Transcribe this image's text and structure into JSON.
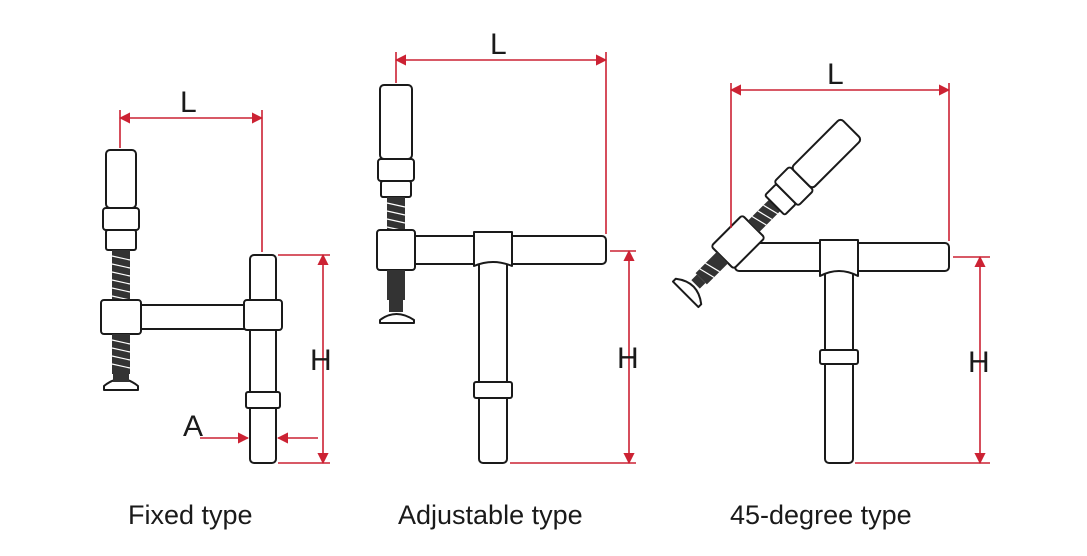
{
  "colors": {
    "dimension_line": "#cc2233",
    "outline": "#1a1a1a",
    "background": "#ffffff"
  },
  "dimensions": {
    "length": "L",
    "height": "H",
    "offset": "A"
  },
  "captions": {
    "fixed": "Fixed type",
    "adjustable": "Adjustable type",
    "degree45": "45-degree type"
  }
}
